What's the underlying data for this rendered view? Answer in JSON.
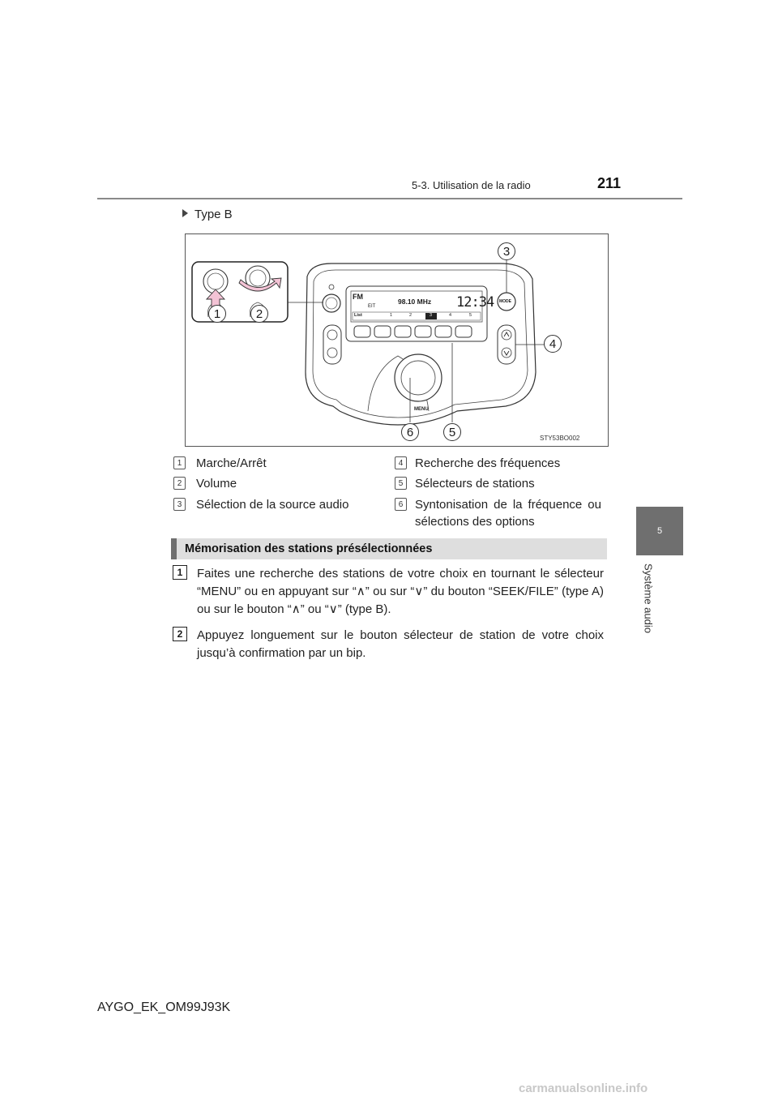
{
  "header": {
    "section_title": "5-3. Utilisation de la radio",
    "page_number": "211"
  },
  "side_tab": {
    "number": "5",
    "label": "Système audio"
  },
  "figure": {
    "type_label": "Type B",
    "code": "STY53BO002",
    "display": {
      "band": "FM",
      "sub": "EIT",
      "frequency": "98.10 MHz",
      "clock": "12:34",
      "list_label": "List",
      "presets": [
        "1",
        "2",
        "3",
        "4",
        "5"
      ]
    },
    "mode_button": "MODE",
    "menu_label": "MENU",
    "inset_callouts": [
      "1",
      "2"
    ],
    "callouts": [
      "3",
      "4",
      "5",
      "6"
    ]
  },
  "legend": [
    {
      "num": "1",
      "text": "Marche/Arrêt"
    },
    {
      "num": "2",
      "text": "Volume"
    },
    {
      "num": "3",
      "text": "Sélection de la source audio"
    },
    {
      "num": "4",
      "text": "Recherche des fréquences"
    },
    {
      "num": "5",
      "text": "Sélecteurs de stations"
    },
    {
      "num": "6",
      "text_line1": "Syntonisation de la fréquence ou",
      "text_line2": "sélections des options"
    }
  ],
  "section_heading": "Mémorisation des stations présélectionnées",
  "steps": [
    {
      "num": "1",
      "text": "Faites une recherche des stations de votre choix en tournant le sélecteur “MENU” ou en appuyant sur “∧” ou sur “∨” du bouton “SEEK/FILE” (type A) ou sur le bouton “∧” ou “∨” (type B)."
    },
    {
      "num": "2",
      "text": "Appuyez longuement sur le bouton sélecteur de station de votre choix jusqu’à confirmation par un bip."
    }
  ],
  "footer": "AYGO_EK_OM99J93K",
  "watermark": "carmanualsonline.info"
}
